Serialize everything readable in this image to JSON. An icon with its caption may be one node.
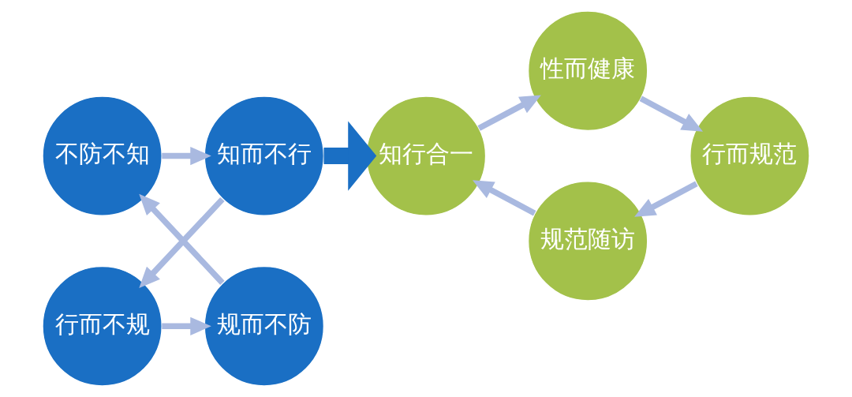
{
  "diagram": {
    "nodes": [
      {
        "text": [
          "不防不知"
        ]
      },
      {
        "text": [
          "规而不防"
        ]
      },
      {
        "text": [
          "知而不行"
        ]
      },
      {
        "text": [
          "行而不规"
        ]
      },
      {
        "text": [
          "性而健康"
        ]
      },
      {
        "text": [
          "知行合一"
        ]
      },
      {
        "text": [
          "行而规范"
        ]
      },
      {
        "text": [
          "规范随访"
        ]
      }
    ],
    "edges": [
      {
        "from": 1,
        "to": 0,
        "arrow": "to"
      },
      {
        "from": 0,
        "to": 2,
        "arrow": "to"
      },
      {
        "from": 2,
        "to": 3,
        "arrow": "to"
      },
      {
        "from": 3,
        "to": 1,
        "arrow": "to"
      },
      {
        "from": 2,
        "to": 5,
        "arrow": "to",
        "style": "thick",
        "color": "#1a6fc4"
      },
      {
        "from": 5,
        "to": 4,
        "arrow": "to"
      },
      {
        "from": 4,
        "to": 6,
        "arrow": "to"
      },
      {
        "from": 6,
        "to": 7,
        "arrow": "to"
      },
      {
        "from": 7,
        "to": 5,
        "arrow": "to"
      }
    ]
  }
}
